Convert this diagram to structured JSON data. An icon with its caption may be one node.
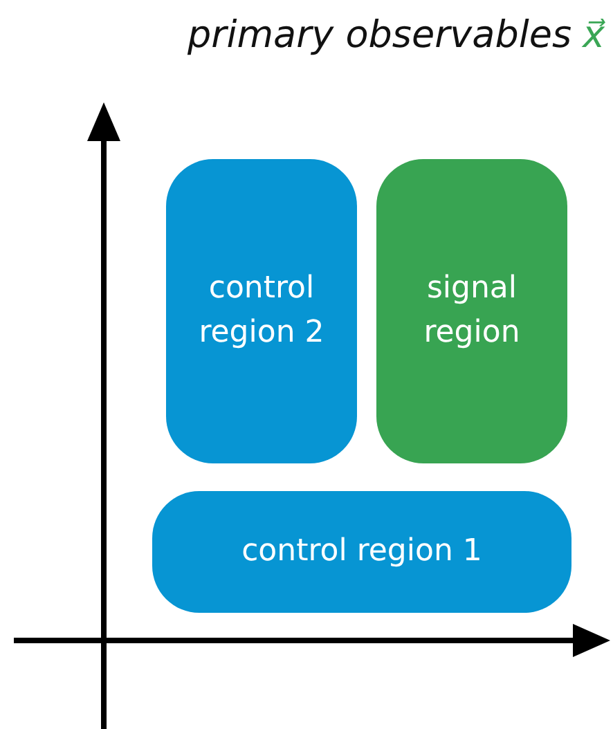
{
  "diagram": {
    "title": "primary observables",
    "nodes": [
      {
        "text": [
          "control region 2"
        ]
      },
      {
        "text": [
          "signal region"
        ]
      },
      {
        "text": [
          "control region 1"
        ]
      }
    ],
    "labels": [
      "x⃗"
    ]
  }
}
